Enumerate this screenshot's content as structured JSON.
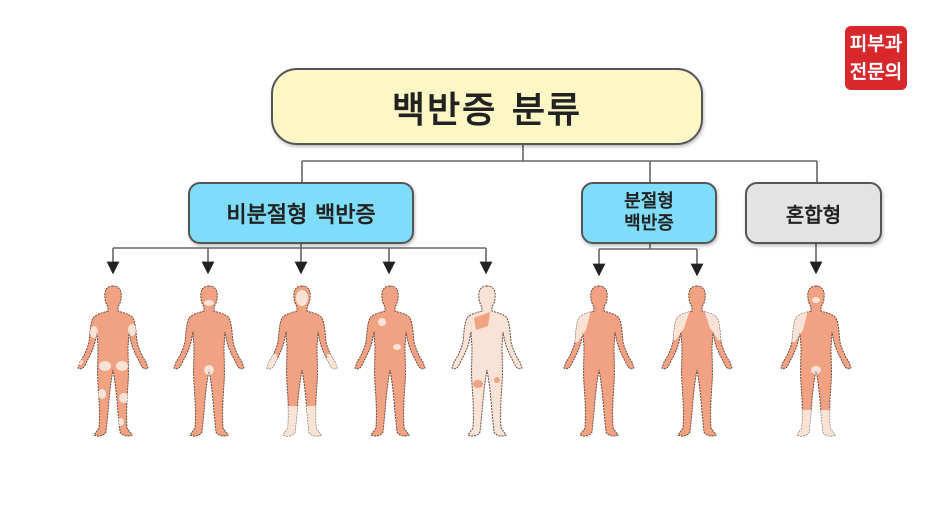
{
  "badge": {
    "line1": "피부과",
    "line2": "전문의",
    "color": "#d8282c"
  },
  "diagram": {
    "title": "백반증 분류",
    "categories": [
      {
        "id": "non-segmental",
        "label": "비분절형 백반증",
        "color": "#7fdcfb",
        "figure_count": 5
      },
      {
        "id": "segmental",
        "label_line1": "분절형",
        "label_line2": "백반증",
        "color": "#7fdcfb",
        "figure_count": 2
      },
      {
        "id": "mixed",
        "label": "혼합형",
        "color": "#e3e3e3",
        "figure_count": 1
      }
    ],
    "figures": [
      {
        "category": "non-segmental",
        "pattern": "generalized-patches"
      },
      {
        "category": "non-segmental",
        "pattern": "genital-perioral"
      },
      {
        "category": "non-segmental",
        "pattern": "acrofacial"
      },
      {
        "category": "non-segmental",
        "pattern": "focal"
      },
      {
        "category": "non-segmental",
        "pattern": "universal"
      },
      {
        "category": "segmental",
        "pattern": "unilateral-shoulder-arm"
      },
      {
        "category": "segmental",
        "pattern": "bilateral-shoulders"
      },
      {
        "category": "mixed",
        "pattern": "segmental-plus-non-segmental"
      }
    ],
    "colors": {
      "skin": "#f0a282",
      "depigmented": "#f8e3d6",
      "outline": "#6b4a40",
      "line": "#666666",
      "root_fill": "#fdf6c5"
    }
  }
}
